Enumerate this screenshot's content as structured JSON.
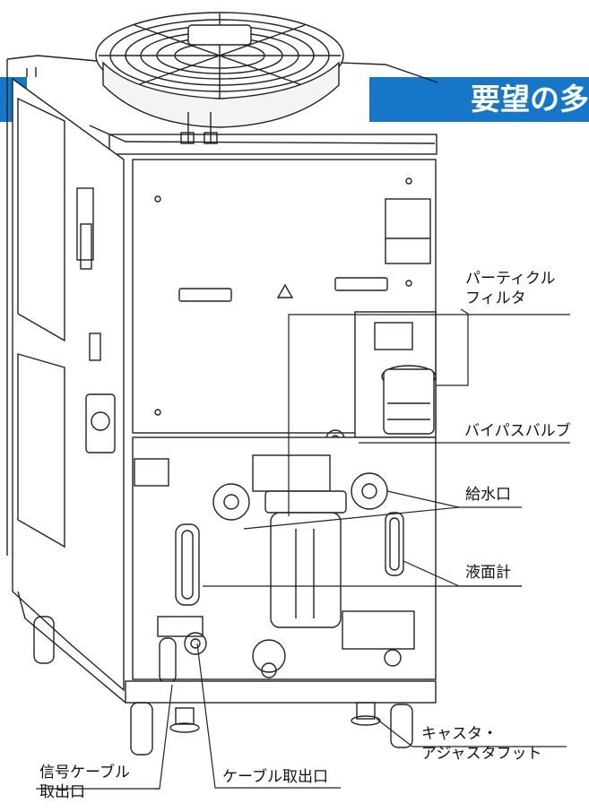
{
  "banner": {
    "title": "要望の多"
  },
  "labels": {
    "particle_filter": "パーティクル\nフィルタ",
    "bypass_valve": "バイパスバルブ",
    "water_inlet": "給水口",
    "level_gauge": "液面計",
    "caster": "キャスタ・\nアジャスタフット",
    "cable_outlet": "ケーブル取出口",
    "signal_cable_outlet": "信号ケーブル\n取出口"
  },
  "colors": {
    "banner": "#1677c9",
    "line": "#222222"
  }
}
